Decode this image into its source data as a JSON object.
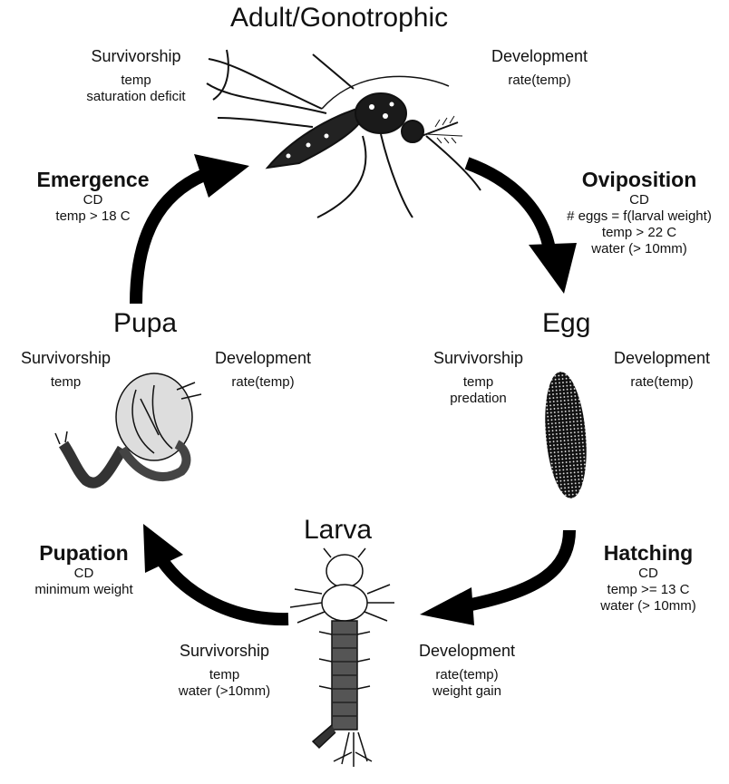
{
  "stages": {
    "adult": {
      "name": "Adult/Gonotrophic",
      "survivorship": {
        "label": "Survivorship",
        "lines": [
          "temp",
          "saturation deficit"
        ]
      },
      "development": {
        "label": "Development",
        "lines": [
          "rate(temp)"
        ]
      }
    },
    "egg": {
      "name": "Egg",
      "survivorship": {
        "label": "Survivorship",
        "lines": [
          "temp",
          "predation"
        ]
      },
      "development": {
        "label": "Development",
        "lines": [
          "rate(temp)"
        ]
      }
    },
    "larva": {
      "name": "Larva",
      "survivorship": {
        "label": "Survivorship",
        "lines": [
          "temp",
          "water (>10mm)"
        ]
      },
      "development": {
        "label": "Development",
        "lines": [
          "rate(temp)",
          "weight gain"
        ]
      }
    },
    "pupa": {
      "name": "Pupa",
      "survivorship": {
        "label": "Survivorship",
        "lines": [
          "temp"
        ]
      },
      "development": {
        "label": "Development",
        "lines": [
          "rate(temp)"
        ]
      }
    }
  },
  "transitions": {
    "oviposition": {
      "title": "Oviposition",
      "lines": [
        "CD",
        "# eggs = f(larval weight)",
        "temp > 22 C",
        "water (> 10mm)"
      ]
    },
    "hatching": {
      "title": "Hatching",
      "lines": [
        "CD",
        "temp >= 13 C",
        "water (> 10mm)"
      ]
    },
    "pupation": {
      "title": "Pupation",
      "lines": [
        "CD",
        "minimum weight"
      ]
    },
    "emergence": {
      "title": "Emergence",
      "lines": [
        "CD",
        "temp > 18 C"
      ]
    }
  },
  "colors": {
    "ink": "#111111",
    "arrow": "#000000"
  },
  "icons": [
    "mosquito-adult-icon",
    "egg-icon",
    "larva-icon",
    "pupa-icon"
  ]
}
